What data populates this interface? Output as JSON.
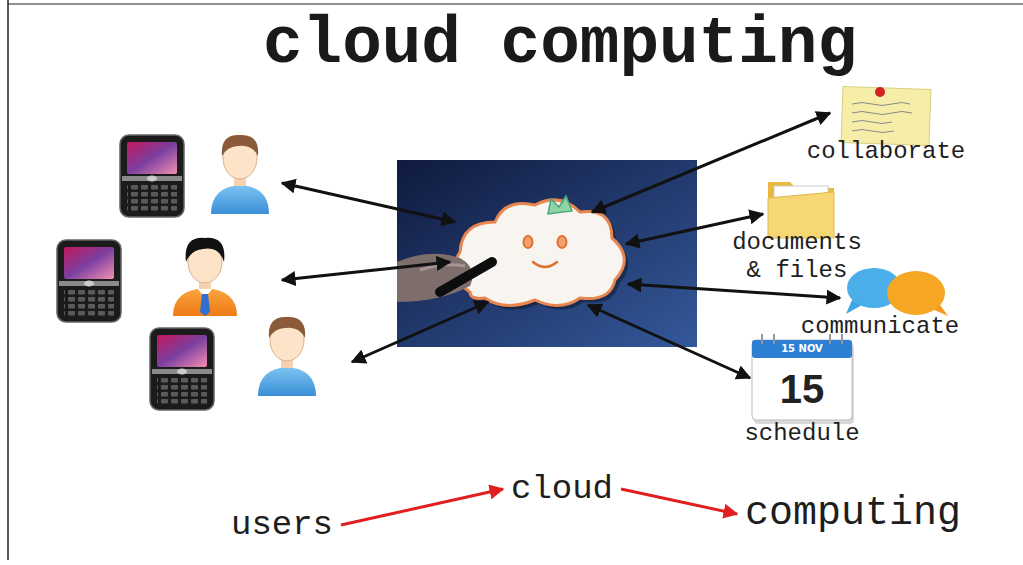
{
  "diagram": {
    "title": "cloud computing",
    "nodes": [
      {
        "text": [
          "collaborate"
        ]
      },
      {
        "text": [
          "documents & files"
        ]
      },
      {
        "text": [
          "communicate"
        ]
      },
      {
        "text": [
          "15 NOV",
          "15",
          "schedule"
        ]
      },
      {
        "text": [
          "users"
        ]
      },
      {
        "text": [
          "cloud"
        ]
      },
      {
        "text": [
          "computing"
        ]
      }
    ],
    "edges": [
      {
        "from": 4,
        "to": 5,
        "arrow": "to"
      },
      {
        "from": 5,
        "to": 6,
        "arrow": "to"
      }
    ]
  }
}
